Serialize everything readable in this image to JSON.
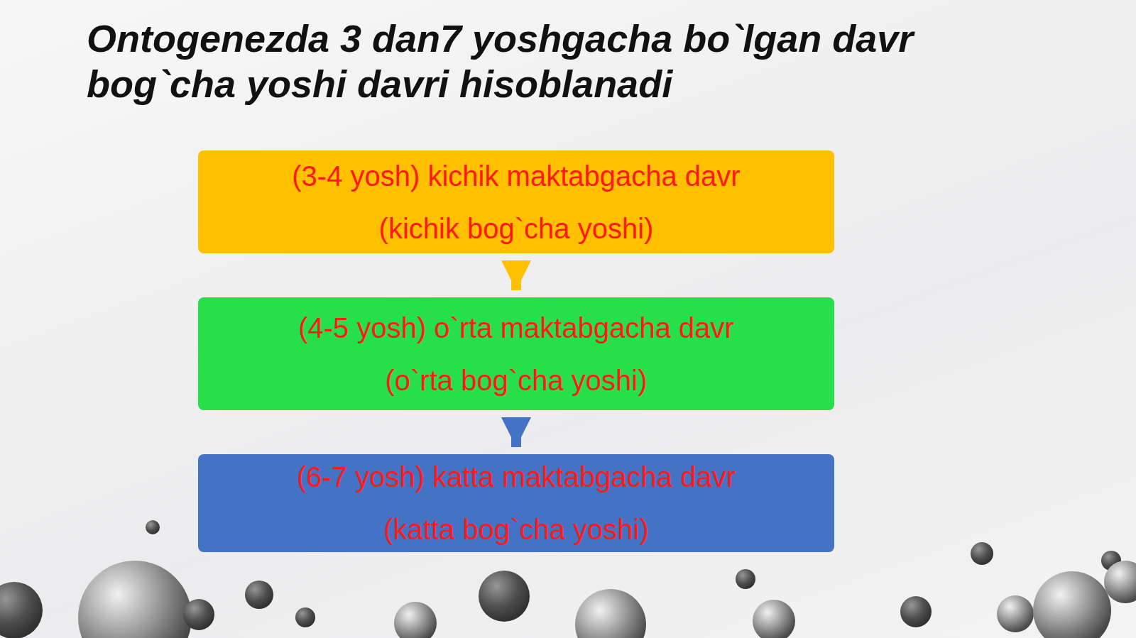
{
  "diagram": {
    "title": "Ontogenezda 3 dan7 yoshgacha bo`lgan davr bog`cha yoshi davri hisoblanadi",
    "nodes": [
      {
        "text": [
          "(3-4 yosh) kichik maktabgacha davr",
          "(kichik bog`cha yoshi)"
        ]
      },
      {
        "text": [
          "(4-5 yosh) o`rta maktabgacha davr",
          "(o`rta bog`cha yoshi)"
        ]
      },
      {
        "text": [
          "(6-7 yosh) katta maktabgacha davr",
          "(katta bog`cha yoshi)"
        ]
      }
    ],
    "edges": [
      {
        "from": 0,
        "to": 1,
        "arrow": "to"
      },
      {
        "from": 1,
        "to": 2,
        "arrow": "to"
      }
    ]
  }
}
